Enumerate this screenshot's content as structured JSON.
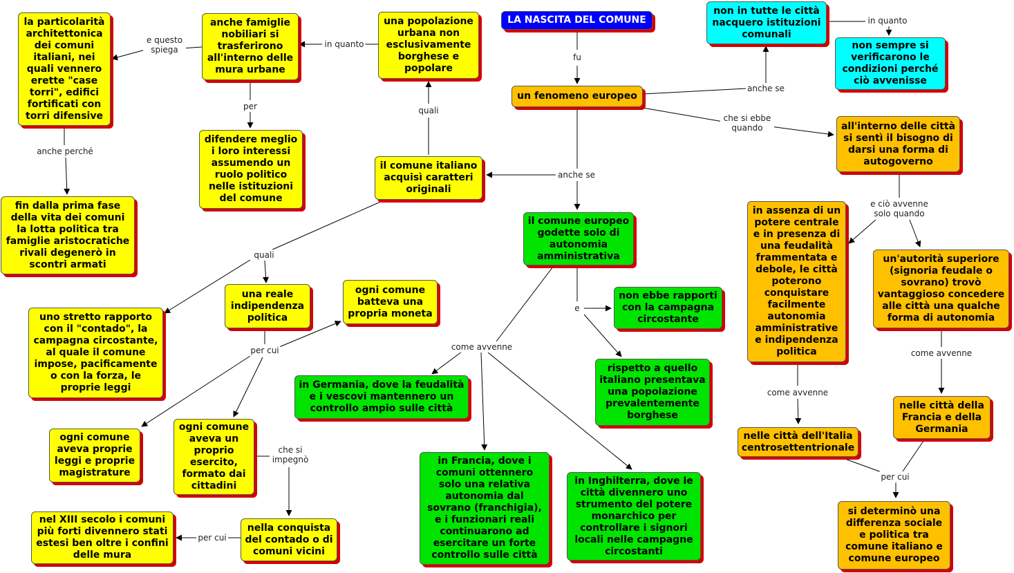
{
  "nodes": {
    "title": "LA NASCITA DEL COMUNE",
    "fenomeno": "un fenomeno europeo",
    "non_tutte": "non in tutte le città nacquero istituzioni comunali",
    "non_sempre": "non sempre si verificarono le condizioni perché ciò avvenisse",
    "bisogno": "all'interno delle città si sentì il bisogno di darsi una forma di autogoverno",
    "assenza": "in assenza di un potere centrale e in presenza di una feudalità frammentata e debole, le città poterono conquistare facilmente autonomia amministrative e indipendenza politica",
    "autorita": "un'autorità superiore (signoria feudale o sovrano) trovò vantaggioso concedere alle città una qualche forma di autonomia",
    "italia_centro": "nelle città dell'Italia centrosettentrionale",
    "francia_germania": "nelle città della Francia e della Germania",
    "differenza": "si determinò una differenza sociale e politica tra comune italiano e comune europeo",
    "europeo_amm": "il comune europeo godette solo di autonomia amministrativa",
    "no_campagna": "non ebbe rapporti con la campagna circostante",
    "borghese": "rispetto a quello italiano presentava una popolazione prevalentemente borghese",
    "germania": "in Germania, dove la feudalità e i vescovi mantennero un controllo ampio sulle città",
    "francia": "in Francia, dove i comuni ottennero solo una relativa autonomia dal sovrano (franchigia), e i funzionari reali continuarono ad esercitare un forte controllo sulle città",
    "inghilterra": "in Inghilterra, dove le città divennero uno strumento del potere monarchico per controllare i signori locali nelle campagne circostanti",
    "italiano": "il comune italiano acquisì caratteri originali",
    "popolazione": "una popolazione urbana non esclusivamente borghese e popolare",
    "famiglie": "anche famiglie nobiliari si trasferirono all'interno delle mura urbane",
    "particolarita": "la particolarità architettonica dei comuni italiani, nei quali vennero erette \"case torri\", edifici fortificati con torri difensive",
    "difendere": "difendere meglio i loro interessi assumendo un ruolo politico nelle istituzioni del comune",
    "lotta": "fin dalla prima fase della vita dei comuni la lotta politica tra famiglie aristocratiche rivali degenerò in scontri armati",
    "contado": "uno stretto rapporto con il \"contado\", la campagna circostante, al quale il comune impose, pacificamente o con la forza, le proprie leggi",
    "indipendenza": "una reale indipendenza politica",
    "moneta": "ogni comune batteva una propria moneta",
    "leggi": "ogni comune aveva proprie leggi e proprie magistrature",
    "esercito": "ogni comune aveva un proprio esercito, formato dai cittadini",
    "conquista": "nella conquista del contado o di comuni vicini",
    "xiii": "nel XIII secolo i comuni più forti divennero stati estesi ben oltre i confini delle mura"
  },
  "labels": {
    "fu": "fu",
    "anche_se_1": "anche se",
    "in_quanto_1": "in quanto",
    "che_si_ebbe": "che si ebbe quando",
    "anche_se_2": "anche se",
    "quali_1": "quali",
    "in_quanto_2": "in quanto",
    "e_questo": "e questo spiega",
    "per": "per",
    "anche_perche": "anche perché",
    "quali_2": "quali",
    "per_cui_1": "per cui",
    "che_si_impegno": "che si impegnò",
    "per_cui_2": "per cui",
    "e": "e",
    "come_avvenne_1": "come avvenne",
    "e_cio": "e ciò avvenne solo quando",
    "come_avvenne_2": "come avvenne",
    "come_avvenne_3": "come avvenne",
    "per_cui_3": "per cui"
  },
  "colors": {
    "yellow": "#ffff00",
    "green": "#00e400",
    "orange": "#ffc000",
    "cyan": "#00ffff",
    "title_blue": "#0000ff",
    "shadow_red": "#d40000"
  }
}
